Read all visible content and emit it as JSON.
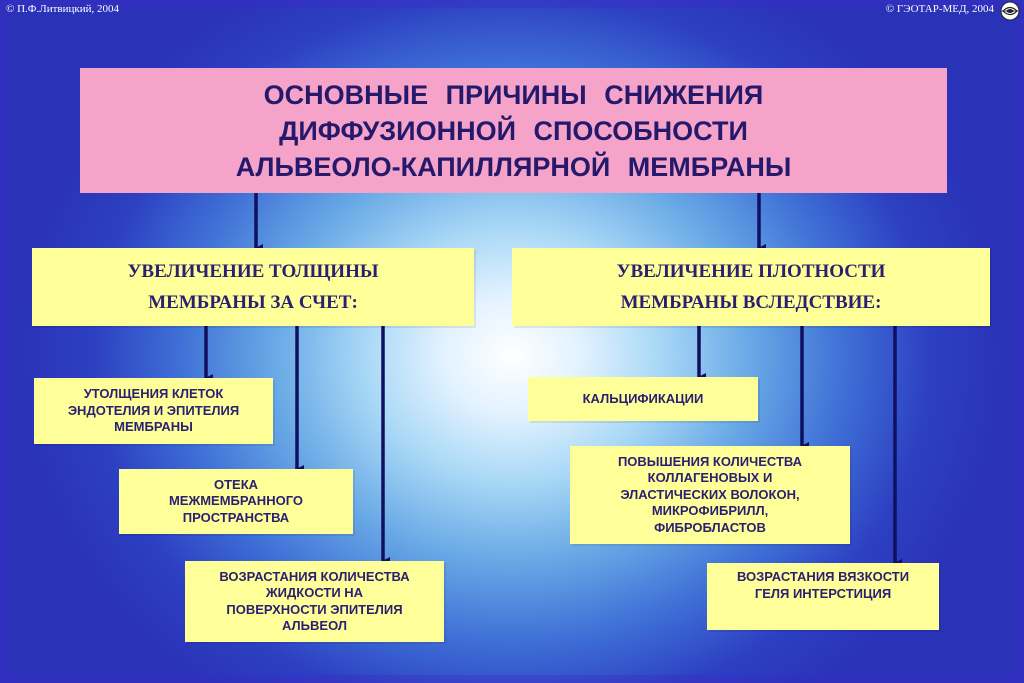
{
  "header": {
    "copyright_left": "© П.Ф.Литвицкий, 2004",
    "copyright_right": "© ГЭОТАР-МЕД, 2004"
  },
  "title": {
    "line1": "ОСНОВНЫЕ  ПРИЧИНЫ  СНИЖЕНИЯ",
    "line2": "ДИФФУЗИОННОЙ  СПОСОБНОСТИ",
    "line3": "АЛЬВЕОЛО-КАПИЛЛЯРНОЙ  МЕМБРАНЫ"
  },
  "left_branch": {
    "heading_line1": "УВЕЛИЧЕНИЕ ТОЛЩИНЫ",
    "heading_line2": "МЕМБРАНЫ ЗА  СЧЕТ:",
    "items": [
      [
        "УТОЛЩЕНИЯ КЛЕТОК",
        "ЭНДОТЕЛИЯ  И ЭПИТЕЛИЯ",
        "МЕМБРАНЫ"
      ],
      [
        "ОТЕКА",
        "МЕЖМЕМБРАННОГО",
        "ПРОСТРАНСТВА"
      ],
      [
        "ВОЗРАСТАНИЯ КОЛИЧЕСТВА",
        "ЖИДКОСТИ  НА",
        "ПОВЕРХНОСТИ ЭПИТЕЛИЯ",
        "АЛЬВЕОЛ"
      ]
    ]
  },
  "right_branch": {
    "heading_line1": "УВЕЛИЧЕНИЕ ПЛОТНОСТИ",
    "heading_line2": "МЕМБРАНЫ ВСЛЕДСТВИЕ:",
    "items": [
      [
        "КАЛЬЦИФИКАЦИИ"
      ],
      [
        "ПОВЫШЕНИЯ  КОЛИЧЕСТВА",
        "КОЛЛАГЕНОВЫХ  И",
        "ЭЛАСТИЧЕСКИХ ВОЛОКОН,",
        "МИКРОФИБРИЛЛ,",
        "ФИБРОБЛАСТОВ"
      ],
      [
        "ВОЗРАСТАНИЯ ВЯЗКОСТИ",
        "ГЕЛЯ ИНТЕРСТИЦИЯ"
      ]
    ]
  },
  "colors": {
    "title_fill": "#f5a3c8",
    "box_fill": "#ffff99",
    "text": "#2a1f70",
    "arrow": "#101060"
  },
  "icons": [
    "logo-icon"
  ]
}
